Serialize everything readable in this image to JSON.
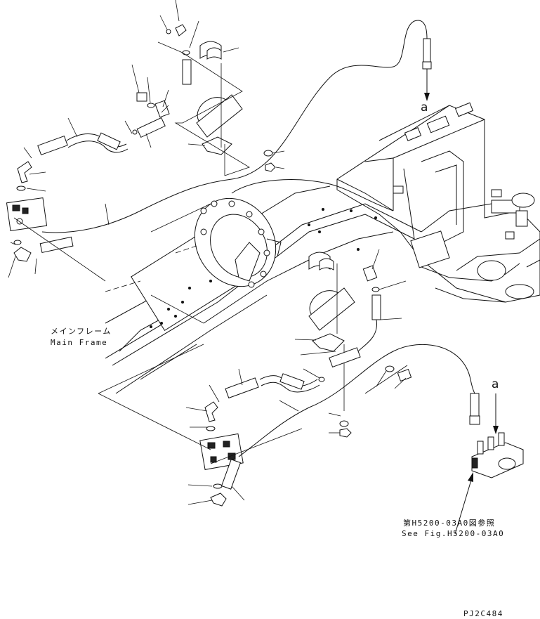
{
  "labels": {
    "main_frame_jp": "メインフレーム",
    "main_frame_en": "Main Frame",
    "see_fig_jp": "第H5200-03A0図参照",
    "see_fig_en": "See Fig.H5200-03A0",
    "callout_a_top": "a",
    "callout_a_bottom": "a",
    "drawing_code": "PJ2C484"
  },
  "colors": {
    "ink": "#111111",
    "paper": "#ffffff"
  }
}
